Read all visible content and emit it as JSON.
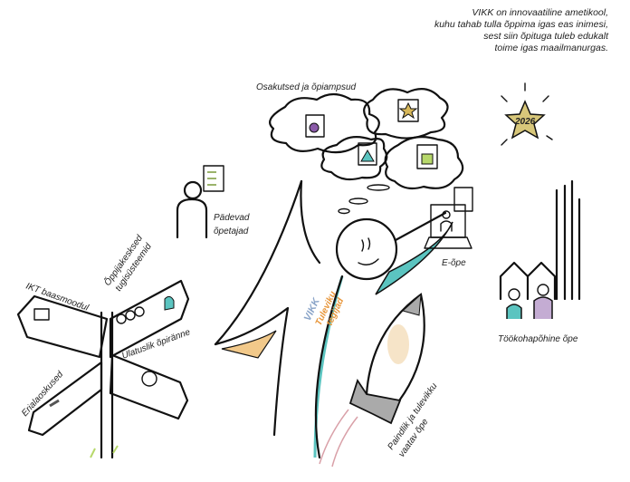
{
  "intro_lines": [
    "VIKK on innovaatiline ametikool,",
    "kuhu tahab tulla õppima igas eas inimesi,",
    "sest siin õpituga tuleb edukalt",
    "toime igas maailmanurgas."
  ],
  "labels": {
    "clouds": "Osakutsed ja õpiampsud",
    "teachers_1": "Pädevad",
    "teachers_2": "õpetajad",
    "elearning": "E-õpe",
    "workplace": "Töökohapõhine õpe",
    "sign_ikt": "IKT baasmoodul",
    "sign_support_1": "Õppijakesksed",
    "sign_support_2": "tugisüsteemid",
    "sign_mobility": "Ulatuslik õpiränne",
    "sign_skills": "Erialaoskused",
    "rocket_1": "Paindlik ja tulevikku",
    "rocket_2": "vaatav õpe",
    "star_year": "2026",
    "logo_vikk": "VIKK",
    "logo_1": "Tuleviku",
    "logo_2": "tegijad"
  },
  "colors": {
    "teal": "#5bc4c0",
    "orange": "#e8963a",
    "star": "#d8c77a",
    "purple": "#8a5aa8"
  }
}
